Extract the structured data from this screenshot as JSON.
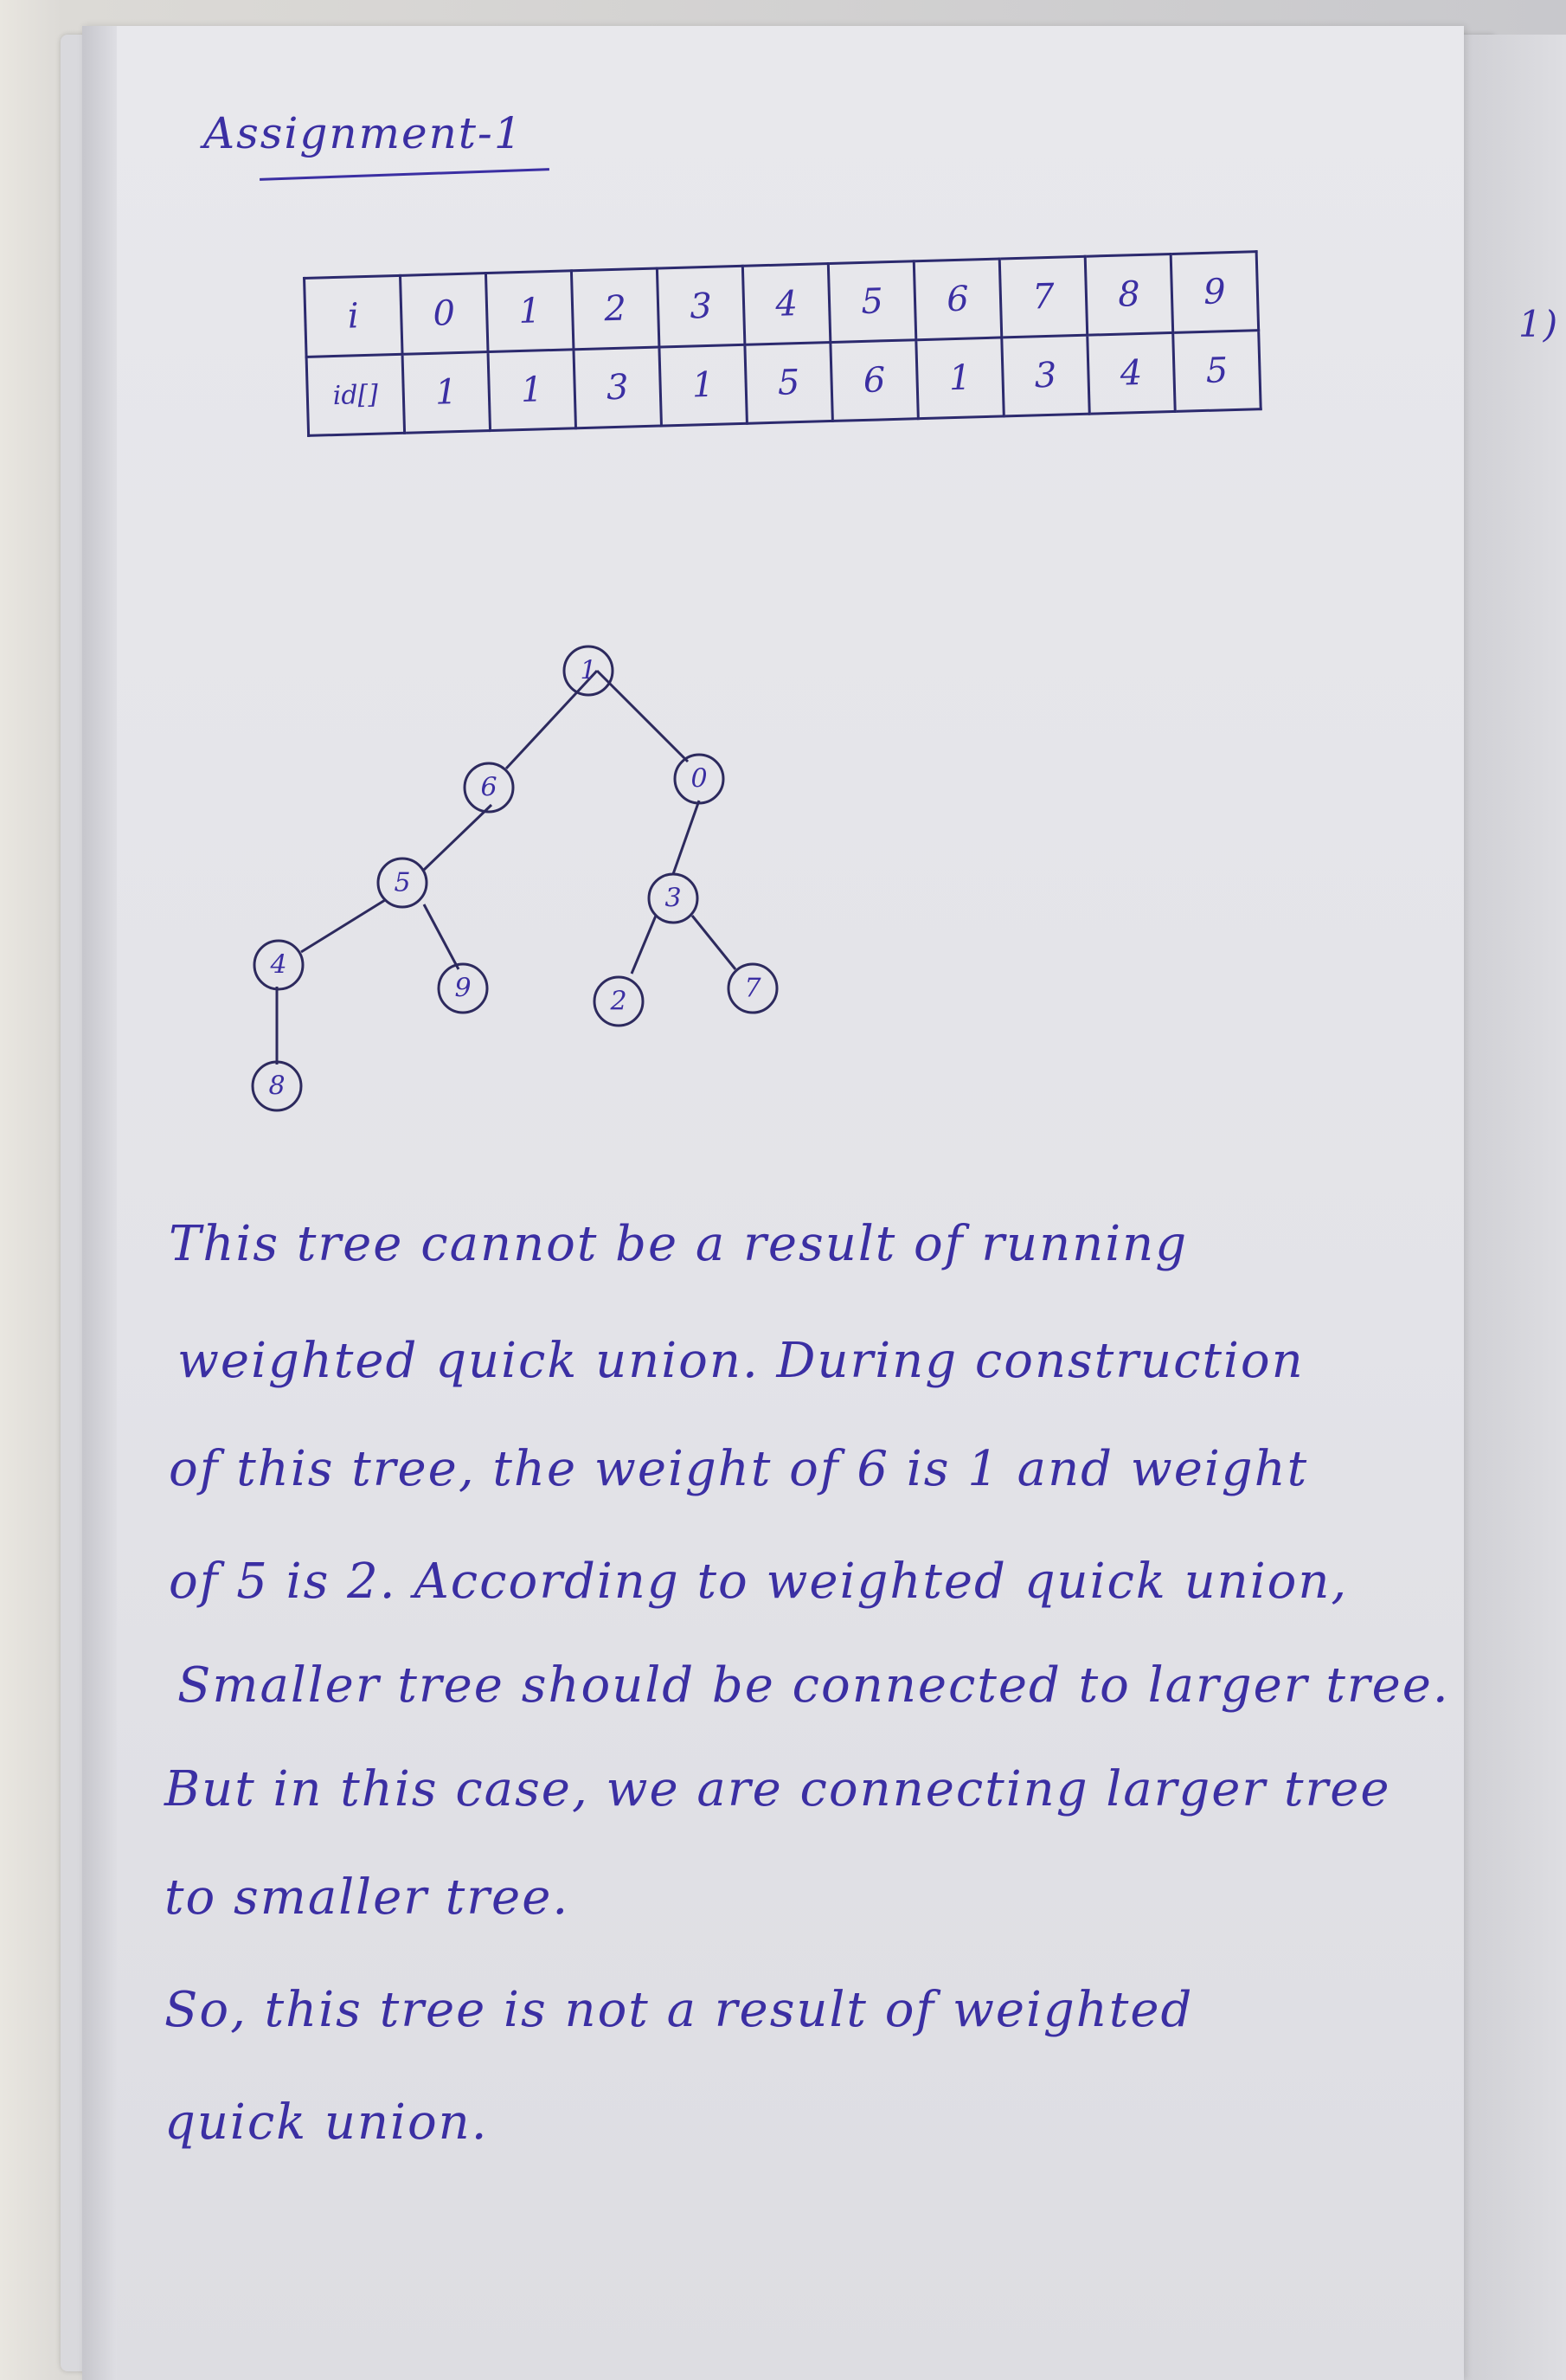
{
  "title": "Assignment-1",
  "question_number": "1)",
  "table": {
    "row_i_label": "i",
    "row_id_label": "id[]",
    "i": [
      "0",
      "1",
      "2",
      "3",
      "4",
      "5",
      "6",
      "7",
      "8",
      "9"
    ],
    "id": [
      "1",
      "1",
      "3",
      "1",
      "5",
      "6",
      "1",
      "3",
      "4",
      "5"
    ]
  },
  "tree": {
    "nodes": [
      "1",
      "6",
      "0",
      "5",
      "3",
      "4",
      "9",
      "2",
      "7",
      "8"
    ]
  },
  "answer": {
    "lines": [
      "This tree cannot be a result of running",
      "weighted quick union. During construction",
      "of this tree, the weight of 6 is 1 and weight",
      "of 5 is 2. According to weighted quick union,",
      "Smaller tree should be connected to larger tree.",
      "But in this case, we are connecting larger tree",
      "to smaller tree.",
      "So, this tree is not a result of weighted",
      "quick union."
    ]
  },
  "colors": {
    "ink": "#3b2fa3",
    "paper": "#e6e6ea"
  }
}
